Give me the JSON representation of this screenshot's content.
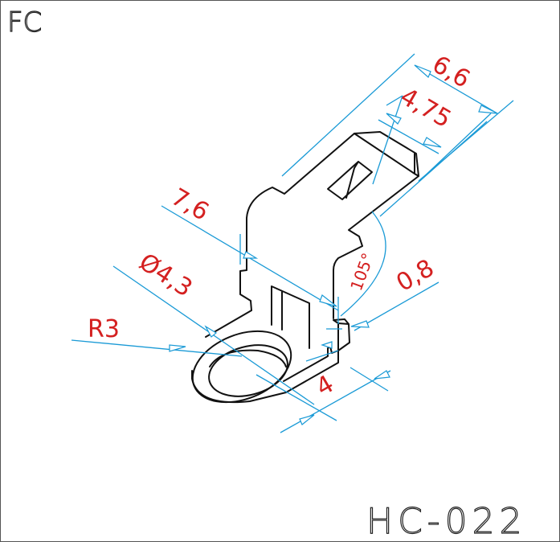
{
  "title": "FC",
  "part_number": "HC-022",
  "colors": {
    "dimension": "#1a9ad6",
    "label": "#d42020",
    "outline": "#111111"
  },
  "dimensions": {
    "overall_width": "6,6",
    "tab_width": "4,75",
    "length": "7,6",
    "hole_diameter": "Ø4,3",
    "radius": "R3",
    "thickness": "0,8",
    "base_width": "4",
    "bend_angle": "105°"
  }
}
